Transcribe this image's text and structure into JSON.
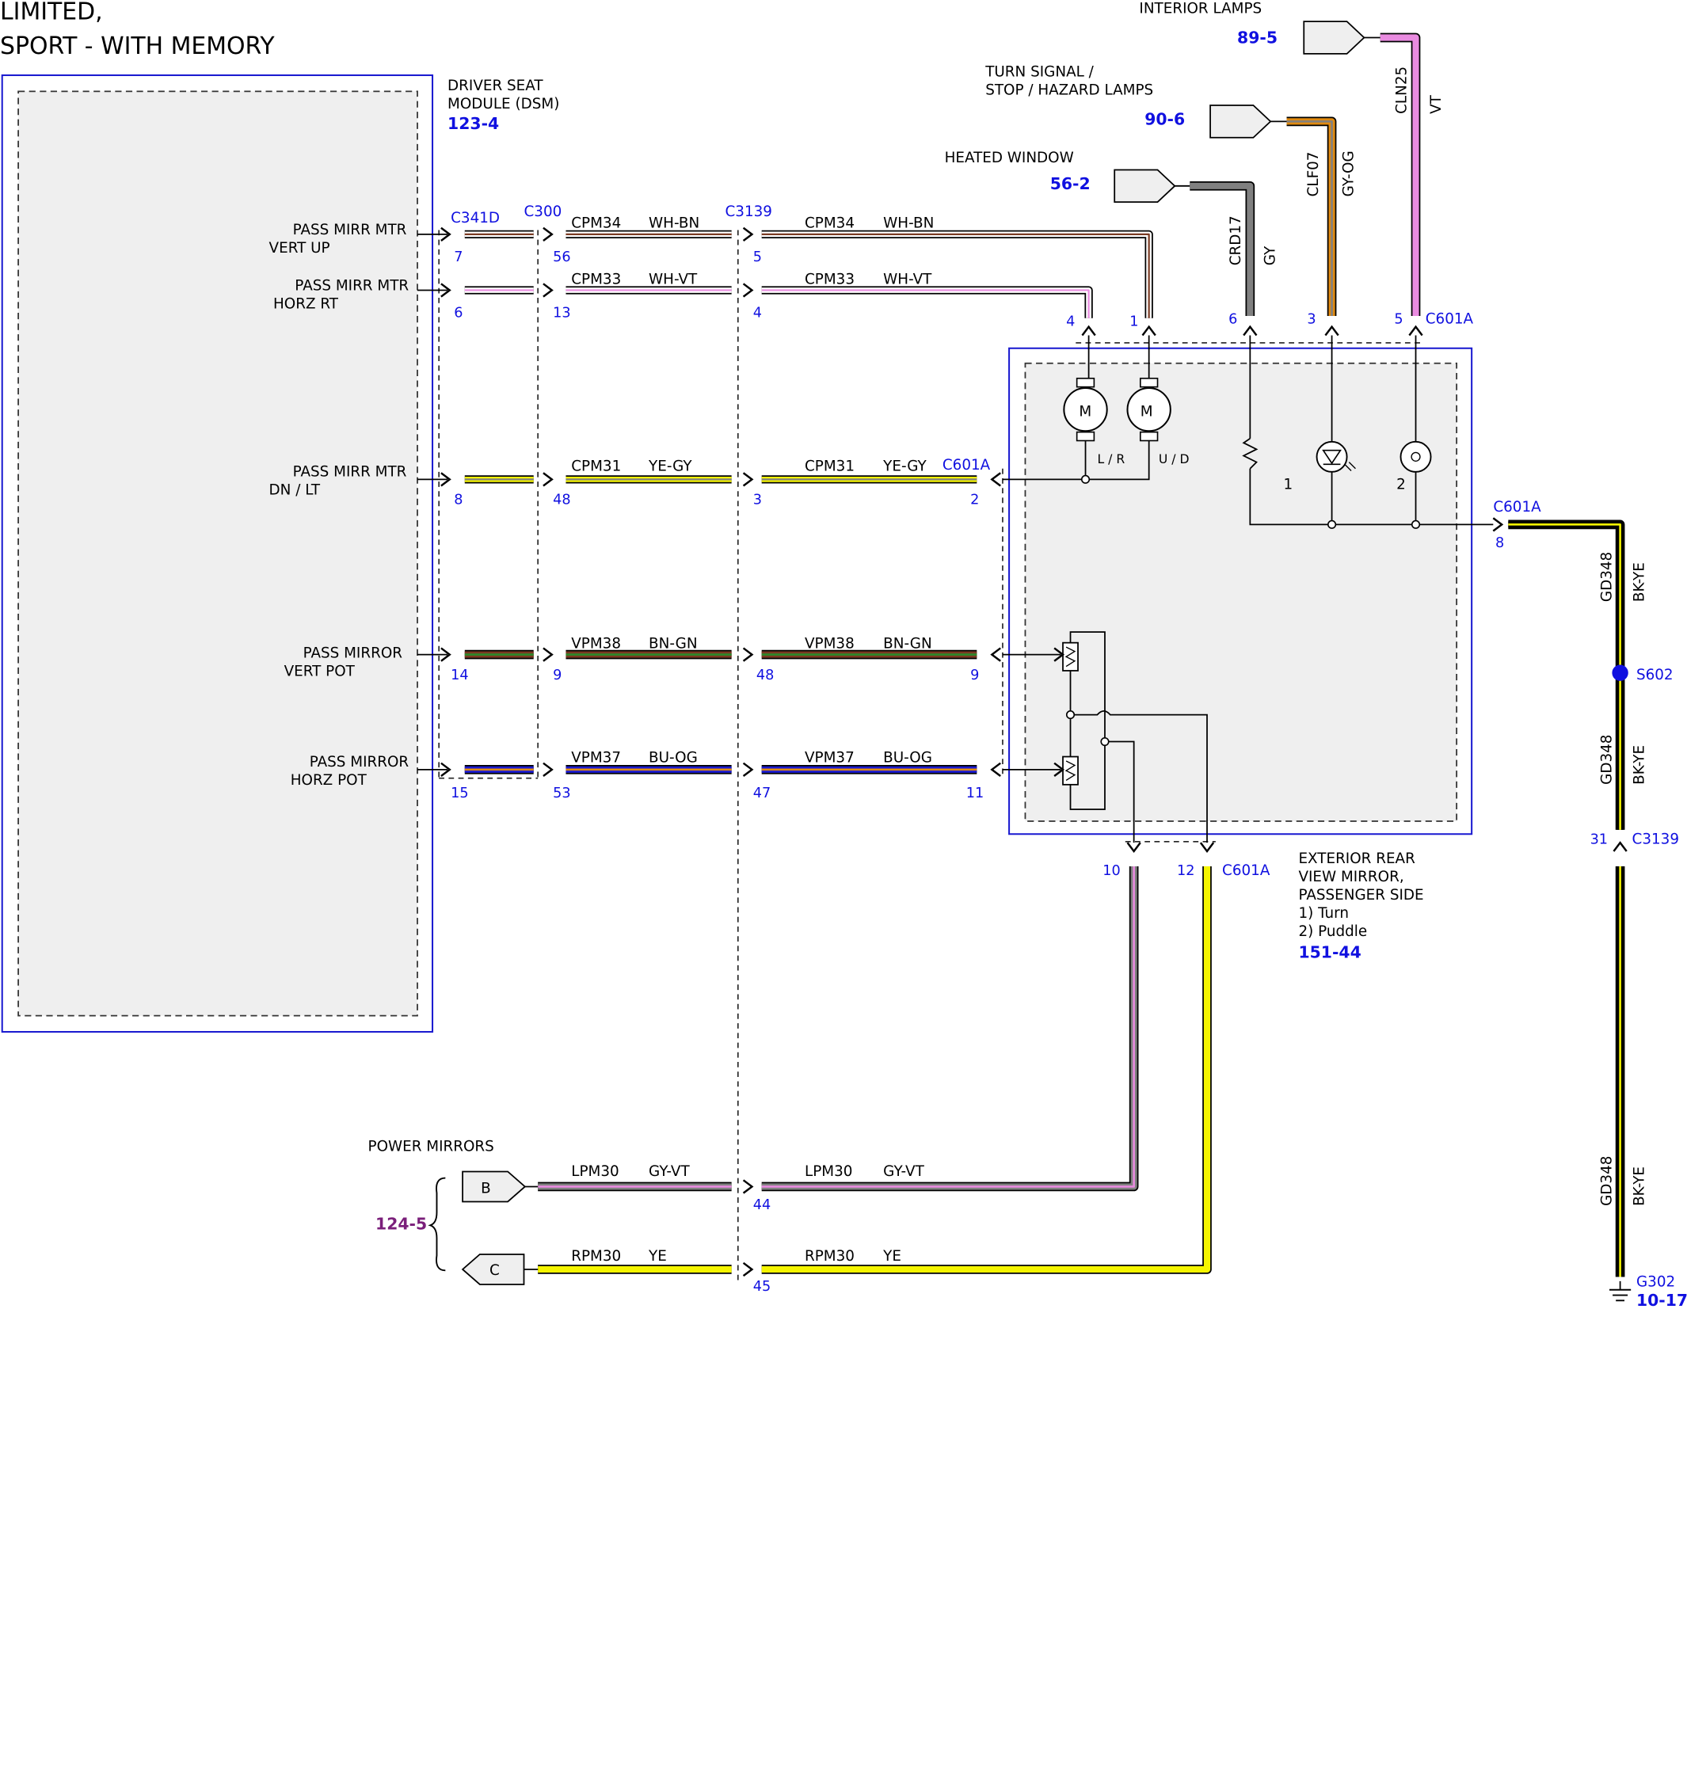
{
  "title_lines": [
    "LIMITED,",
    "SPORT - WITH MEMORY"
  ],
  "modules": {
    "dsm": {
      "lines": [
        "DRIVER SEAT",
        "MODULE (DSM)"
      ],
      "ref": "123-4"
    },
    "mirror": {
      "lines": [
        "EXTERIOR REAR",
        "VIEW MIRROR,",
        "PASSENGER SIDE",
        "1) Turn",
        "2) Puddle"
      ],
      "ref": "151-44"
    }
  },
  "pin_functions": [
    {
      "lines": [
        "PASS MIRR MTR",
        "VERT UP"
      ]
    },
    {
      "lines": [
        "PASS MIRR MTR",
        "HORZ RT"
      ]
    },
    {
      "lines": [
        "PASS MIRR MTR",
        "DN / LT"
      ]
    },
    {
      "lines": [
        "PASS MIRROR",
        "VERT POT"
      ]
    },
    {
      "lines": [
        "PASS MIRROR",
        "HORZ POT"
      ]
    }
  ],
  "connectors": {
    "c341d": "C341D",
    "c300": "C300",
    "c3139": "C3139",
    "c601a_top": "C601A",
    "c601a_left": "C601A",
    "c601a_right": "C601A",
    "c601a_bottom": "C601A",
    "c3139_right": "C3139"
  },
  "circuits_left": [
    {
      "ckt": "CPM34",
      "color": "WH-BN",
      "pins": [
        "7",
        "56",
        "5"
      ],
      "ckt2": "CPM34",
      "color2": "WH-BN"
    },
    {
      "ckt": "CPM33",
      "color": "WH-VT",
      "pins": [
        "6",
        "13",
        "4"
      ],
      "ckt2": "CPM33",
      "color2": "WH-VT"
    },
    {
      "ckt": "CPM31",
      "color": "YE-GY",
      "pins": [
        "8",
        "48",
        "3"
      ],
      "ckt2": "CPM31",
      "color2": "YE-GY",
      "end_pin": "2"
    },
    {
      "ckt": "VPM38",
      "color": "BN-GN",
      "pins": [
        "14",
        "9",
        "48"
      ],
      "ckt2": "VPM38",
      "color2": "BN-GN",
      "end_pin": "9"
    },
    {
      "ckt": "VPM37",
      "color": "BU-OG",
      "pins": [
        "15",
        "53",
        "47"
      ],
      "ckt2": "VPM37",
      "color2": "BU-OG",
      "end_pin": "11"
    }
  ],
  "top_pins": [
    "4",
    "1",
    "6",
    "3",
    "5"
  ],
  "feeds": [
    {
      "label": "HEATED WINDOW",
      "ref": "56-2",
      "ckt": "CRD17",
      "color": "GY"
    },
    {
      "lines": [
        "TURN SIGNAL /",
        "STOP / HAZARD LAMPS"
      ],
      "ref": "90-6",
      "ckt": "CLF07",
      "color": "GY-OG"
    },
    {
      "label": "INTERIOR LAMPS",
      "ref": "89-5",
      "ckt": "CLN25",
      "color": "VT"
    }
  ],
  "internal": {
    "motor": "M",
    "lr": "L / R",
    "ud": "U / D",
    "lamp1": "1",
    "lamp2": "2"
  },
  "ground": {
    "pin_out": "8",
    "ckt": "GD348",
    "color": "BK-YE",
    "splice": "S602",
    "c3139_pin": "31",
    "ground_id": "G302",
    "ground_ref": "10-17"
  },
  "bottom_pins": [
    "10",
    "12"
  ],
  "power_mirrors": {
    "label": "POWER MIRRORS",
    "ref": "124-5",
    "b": {
      "letter": "B",
      "ckt": "LPM30",
      "color": "GY-VT",
      "pin": "44",
      "ckt2": "LPM30",
      "color2": "GY-VT"
    },
    "c": {
      "letter": "C",
      "ckt": "RPM30",
      "color": "YE",
      "pin": "45",
      "ckt2": "RPM30",
      "color2": "YE"
    }
  },
  "colors": {
    "wh": "#ffffff",
    "bn": "#7a3a22",
    "vt": "#e98be0",
    "ye": "#f5f500",
    "gy": "#808080",
    "gn": "#2a8a2a",
    "bu": "#1b1bd0",
    "og": "#e08a10",
    "bk": "#000000",
    "blue": "#1010e0"
  }
}
